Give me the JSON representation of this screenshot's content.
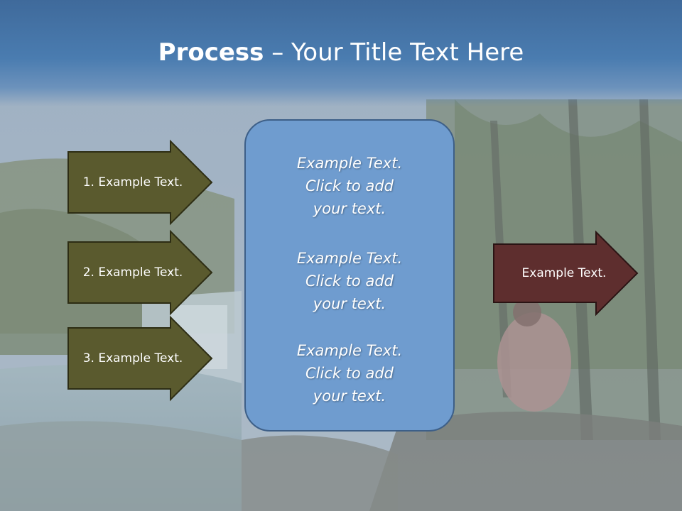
{
  "title": {
    "bold": "Process",
    "separator": " – ",
    "rest": "Your Title Text Here"
  },
  "left_arrows": [
    {
      "label": "1. Example Text."
    },
    {
      "label": "2. Example Text."
    },
    {
      "label": "3. Example Text."
    }
  ],
  "center_box": {
    "blocks": [
      {
        "line1": "Example Text.",
        "line2": "Click  to add",
        "line3": "your text."
      },
      {
        "line1": "Example Text.",
        "line2": "Click  to add",
        "line3": "your text."
      },
      {
        "line1": "Example Text.",
        "line2": "Click  to add",
        "line3": "your text."
      }
    ]
  },
  "right_arrow": {
    "label": "Example Text."
  },
  "colors": {
    "title_bar": "#4a7cb0",
    "left_arrow_fill": "#5a5a2e",
    "right_arrow_fill": "#5e2e2e",
    "center_box_fill": "#6f9ccf",
    "text": "#ffffff"
  },
  "background": {
    "icon": "waterfall-landscape-photo"
  }
}
